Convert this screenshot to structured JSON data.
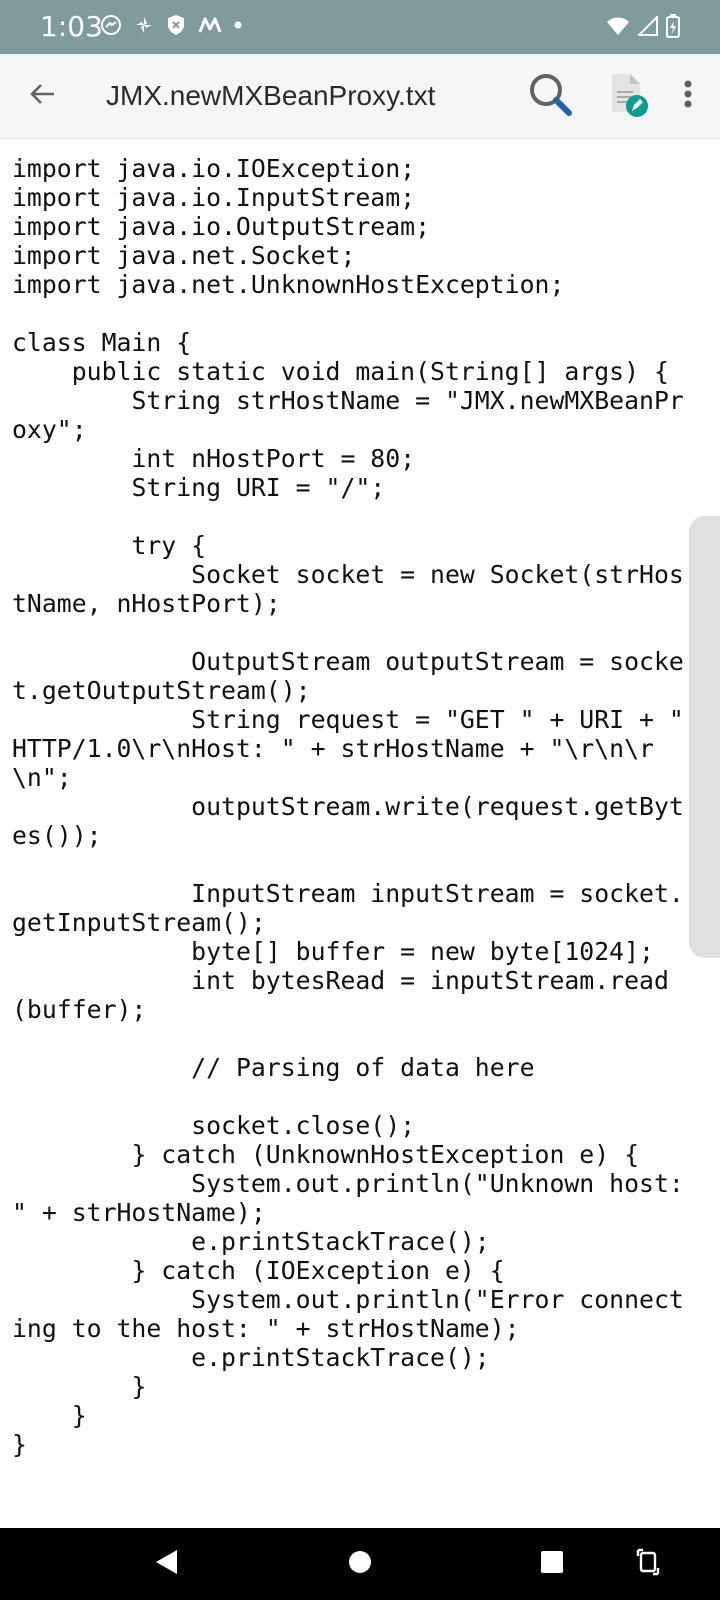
{
  "status_bar": {
    "time": "1:03",
    "left_icons": [
      "messenger-icon",
      "pinwheel-icon",
      "shield-icon",
      "m-logo-icon",
      "dot-icon"
    ],
    "right_icons": [
      "wifi-icon",
      "signal-icon",
      "battery-charging-icon"
    ]
  },
  "app_bar": {
    "title": "JMX.newMXBeanProxy.txt",
    "icons": [
      "back-arrow-icon",
      "search-icon",
      "edit-document-icon",
      "more-vert-icon"
    ],
    "accent_colors": {
      "search": "#2163a8",
      "edit_badge": "#0b9c8d"
    }
  },
  "document": {
    "text": "import java.io.IOException;\nimport java.io.InputStream;\nimport java.io.OutputStream;\nimport java.net.Socket;\nimport java.net.UnknownHostException;\n\nclass Main {\n    public static void main(String[] args) {\n        String strHostName = \"JMX.newMXBeanProxy\";\n        int nHostPort = 80;\n        String URI = \"/\";\n\n        try {\n            Socket socket = new Socket(strHostName, nHostPort);\n\n            OutputStream outputStream = socket.getOutputStream();\n            String request = \"GET \" + URI + \" HTTP/1.0\\r\\nHost: \" + strHostName + \"\\r\\n\\r\\n\";\n            outputStream.write(request.getBytes());\n\n            InputStream inputStream = socket.getInputStream();\n            byte[] buffer = new byte[1024];\n            int bytesRead = inputStream.read(buffer);\n\n            // Parsing of data here\n\n            socket.close();\n        } catch (UnknownHostException e) {\n            System.out.println(\"Unknown host: \" + strHostName);\n            e.printStackTrace();\n        } catch (IOException e) {\n            System.out.println(\"Error connecting to the host: \" + strHostName);\n            e.printStackTrace();\n        }\n    }\n}"
  },
  "nav_bar": {
    "icons": [
      "back-triangle-icon",
      "home-circle-icon",
      "recents-square-icon",
      "rotate-icon"
    ]
  },
  "colors": {
    "status_bar": "#7f9b9b",
    "app_bar": "#f6f6f6",
    "nav_bar": "#000000",
    "scrollbar": "#e0e0e0"
  }
}
